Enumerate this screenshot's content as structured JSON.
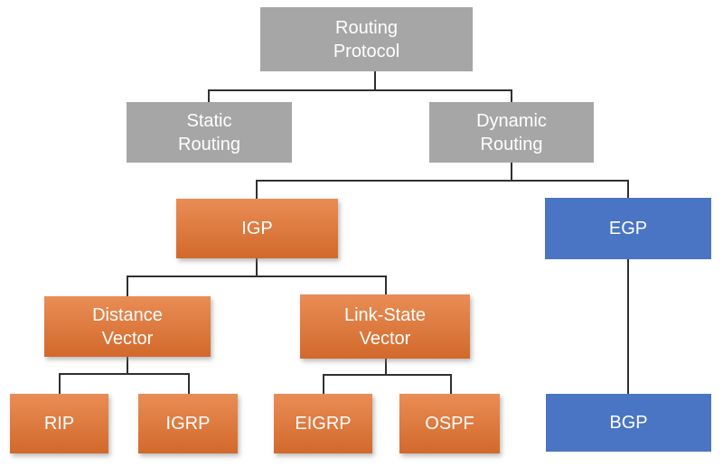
{
  "title": "Routing Protocol hierarchy diagram",
  "colors": {
    "gray": "#A6A6A6",
    "orange_top": "#E98D55",
    "orange_bottom": "#D2692B",
    "blue": "#4A75C4",
    "line": "#303030",
    "text": "#FFFFFF",
    "background": "#FFFFFF"
  },
  "nodes": {
    "routing_protocol": {
      "label": "Routing\nProtocol",
      "category": "gray"
    },
    "static_routing": {
      "label": "Static\nRouting",
      "category": "gray"
    },
    "dynamic_routing": {
      "label": "Dynamic\nRouting",
      "category": "gray"
    },
    "igp": {
      "label": "IGP",
      "category": "orange"
    },
    "egp": {
      "label": "EGP",
      "category": "blue"
    },
    "distance_vector": {
      "label": "Distance\nVector",
      "category": "orange"
    },
    "link_state_vector": {
      "label": "Link-State\nVector",
      "category": "orange"
    },
    "rip": {
      "label": "RIP",
      "category": "orange"
    },
    "igrp": {
      "label": "IGRP",
      "category": "orange"
    },
    "eigrp": {
      "label": "EIGRP",
      "category": "orange"
    },
    "ospf": {
      "label": "OSPF",
      "category": "orange"
    },
    "bgp": {
      "label": "BGP",
      "category": "blue"
    }
  },
  "edges": [
    {
      "from": "routing_protocol",
      "to": "static_routing"
    },
    {
      "from": "routing_protocol",
      "to": "dynamic_routing"
    },
    {
      "from": "dynamic_routing",
      "to": "igp"
    },
    {
      "from": "dynamic_routing",
      "to": "egp"
    },
    {
      "from": "igp",
      "to": "distance_vector"
    },
    {
      "from": "igp",
      "to": "link_state_vector"
    },
    {
      "from": "distance_vector",
      "to": "rip"
    },
    {
      "from": "distance_vector",
      "to": "igrp"
    },
    {
      "from": "link_state_vector",
      "to": "eigrp"
    },
    {
      "from": "link_state_vector",
      "to": "ospf"
    },
    {
      "from": "egp",
      "to": "bgp"
    }
  ]
}
